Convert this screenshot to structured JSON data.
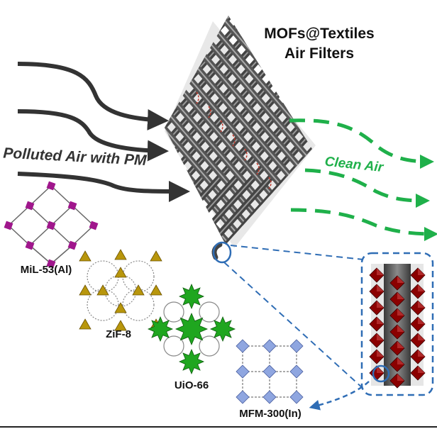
{
  "title": {
    "line1": "MOFs@Textiles",
    "line2": "Air Filters"
  },
  "labels": {
    "polluted_air": "Polluted Air with PM",
    "clean_air": "Clean Air"
  },
  "mofs": [
    {
      "name": "MiL-53(Al)",
      "color": "#a0168c"
    },
    {
      "name": "ZiF-8",
      "color": "#b8960c"
    },
    {
      "name": "UiO-66",
      "color": "#1fa61f"
    },
    {
      "name": "MFM-300(In)",
      "color": "#8fa6e0"
    }
  ],
  "colors": {
    "inflow_arrow": "#333333",
    "outflow_arrow": "#1fb04a",
    "callout_dash": "#2f6db5",
    "fiber": "#555555",
    "mof_crystal": "#8b0000"
  }
}
